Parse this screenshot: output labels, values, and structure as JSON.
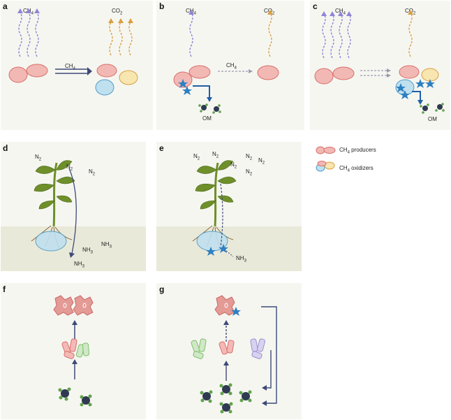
{
  "panels": {
    "a": {
      "letter": "a",
      "ch4": "CH",
      "co2": "CO",
      "arrow_label": "CH"
    },
    "b": {
      "letter": "b",
      "ch4": "CH",
      "co2": "CO",
      "arrow_label": "CH",
      "om": "OM"
    },
    "c": {
      "letter": "c",
      "ch4": "CH",
      "co2": "CO",
      "om": "OM"
    },
    "d": {
      "letter": "d",
      "n2": "N",
      "nh3": "NH"
    },
    "e": {
      "letter": "e",
      "n2": "N",
      "nh3": "NH"
    },
    "f": {
      "letter": "f"
    },
    "g": {
      "letter": "g"
    }
  },
  "subscripts": {
    "ch4": "4",
    "co2": "2",
    "n2": "2",
    "nh3": "3"
  },
  "legend": {
    "producers": "CH4 producers",
    "producers_main": "CH",
    "producers_sub": "4",
    "producers_rest": " producers",
    "oxidizers_main": "CH",
    "oxidizers_sub": "4",
    "oxidizers_rest": " oxidizers"
  },
  "colors": {
    "panel_bg": "#f6f6f1",
    "soil": "#e9e9d9",
    "producer": "#f2b8b4",
    "producer_stroke": "#d9706a",
    "oxidizer": "#bfe0ef",
    "oxidizer_stroke": "#4f9cc7",
    "yellow_bug": "#f7e6b0",
    "methane_arrow": "#8f84d6",
    "co2_arrow": "#d9a040",
    "main_arrow": "#3d4a78",
    "blue_star": "#2d7fc1",
    "plant_green": "#6e8f2a",
    "archaea": "#d9706a",
    "protein_pink": "#f4b9b7",
    "protein_green": "#cfe8c5",
    "protein_purple": "#d7d2ef",
    "molecule_dark": "#2f3950",
    "molecule_green": "#5fa34a"
  }
}
